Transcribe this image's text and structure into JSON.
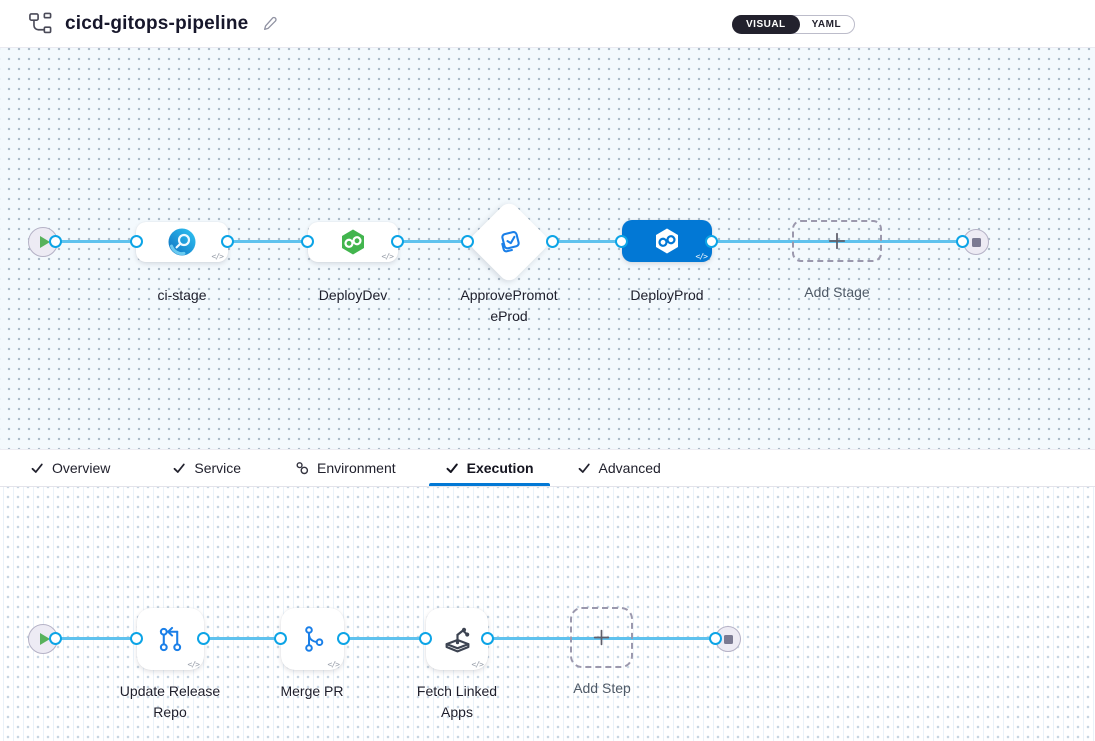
{
  "header": {
    "title": "cicd-gitops-pipeline",
    "pipeline_icon": "pipeline-graph-icon",
    "edit_icon": "edit-pencil-icon",
    "mode_toggle": {
      "visual_label": "VISUAL",
      "yaml_label": "YAML",
      "selected": "VISUAL"
    }
  },
  "colors": {
    "primary_blue": "#0278d5",
    "connector_blue": "#5fc2ee",
    "port_ring_blue": "#0ca4e6",
    "selected_stage_bg": "#0278d5",
    "cd_green": "#42b54e",
    "ci_blue_gradient": [
      "#0d6fc0",
      "#31c5f4"
    ],
    "canvas_upper_bg": "#f3f9fd",
    "toggle_dark": "#22212d"
  },
  "stage_canvas": {
    "start_icon": "play-icon",
    "end_icon": "stop-icon",
    "stages": [
      {
        "label": "ci-stage",
        "type": "ci-build",
        "icon": "ci-circle-icon",
        "selected": false
      },
      {
        "label": "DeployDev",
        "type": "cd-deploy",
        "icon": "cd-hexagon-icon",
        "selected": false
      },
      {
        "label": "ApprovePromoteProd",
        "type": "approval",
        "icon": "approval-check-icon",
        "selected": false
      },
      {
        "label": "DeployProd",
        "type": "cd-deploy",
        "icon": "cd-hexagon-icon",
        "selected": true
      }
    ],
    "add_stage_label": "Add Stage"
  },
  "tab_bar": {
    "tabs": [
      {
        "label": "Overview",
        "icon": "check-icon",
        "active": false
      },
      {
        "label": "Service",
        "icon": "check-icon",
        "active": false
      },
      {
        "label": "Environment",
        "icon": "environment-icon",
        "active": false
      },
      {
        "label": "Execution",
        "icon": "check-icon",
        "active": true
      },
      {
        "label": "Advanced",
        "icon": "check-icon",
        "active": false
      }
    ]
  },
  "execution_canvas": {
    "start_icon": "play-icon",
    "end_icon": "stop-icon",
    "steps": [
      {
        "label": "Update Release Repo",
        "icon": "update-repo-icon"
      },
      {
        "label": "Merge PR",
        "icon": "merge-pr-icon"
      },
      {
        "label": "Fetch Linked Apps",
        "icon": "fetch-linked-apps-icon"
      }
    ],
    "add_step_label": "Add Step"
  }
}
